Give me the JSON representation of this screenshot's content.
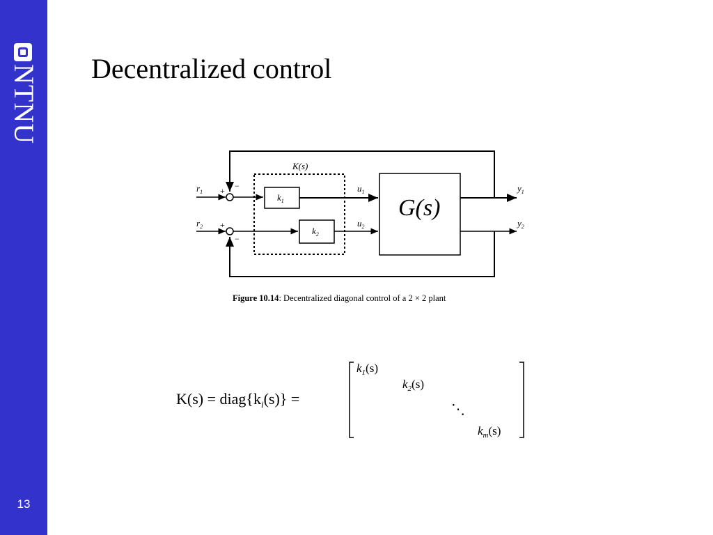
{
  "slide": {
    "title": "Decentralized control",
    "page_number": "13",
    "logo_text": "NTNU"
  },
  "diagram": {
    "controller_label": "K(s)",
    "plant_label": "G(s)",
    "k1": "k",
    "k1_sub": "1",
    "k2": "k",
    "k2_sub": "2",
    "r1": "r",
    "r1_sub": "1",
    "r2": "r",
    "r2_sub": "2",
    "u1": "u",
    "u1_sub": "1",
    "u2": "u",
    "u2_sub": "2",
    "y1": "y",
    "y1_sub": "1",
    "y2": "y",
    "y2_sub": "2",
    "plus": "+",
    "minus": "−",
    "caption_bold": "Figure 10.14",
    "caption_text": ": Decentralized diagonal control of a 2 × 2 plant"
  },
  "equation": {
    "lhs": "K(s) = diag{k",
    "lhs_sub": "i",
    "lhs_end": "(s)} =",
    "m11": "k",
    "m11_sub": "1",
    "m11_arg": "(s)",
    "m22": "k",
    "m22_sub": "2",
    "m22_arg": "(s)",
    "ddots": "⋱",
    "mmm": "k",
    "mmm_sub": "m",
    "mmm_arg": "(s)"
  }
}
